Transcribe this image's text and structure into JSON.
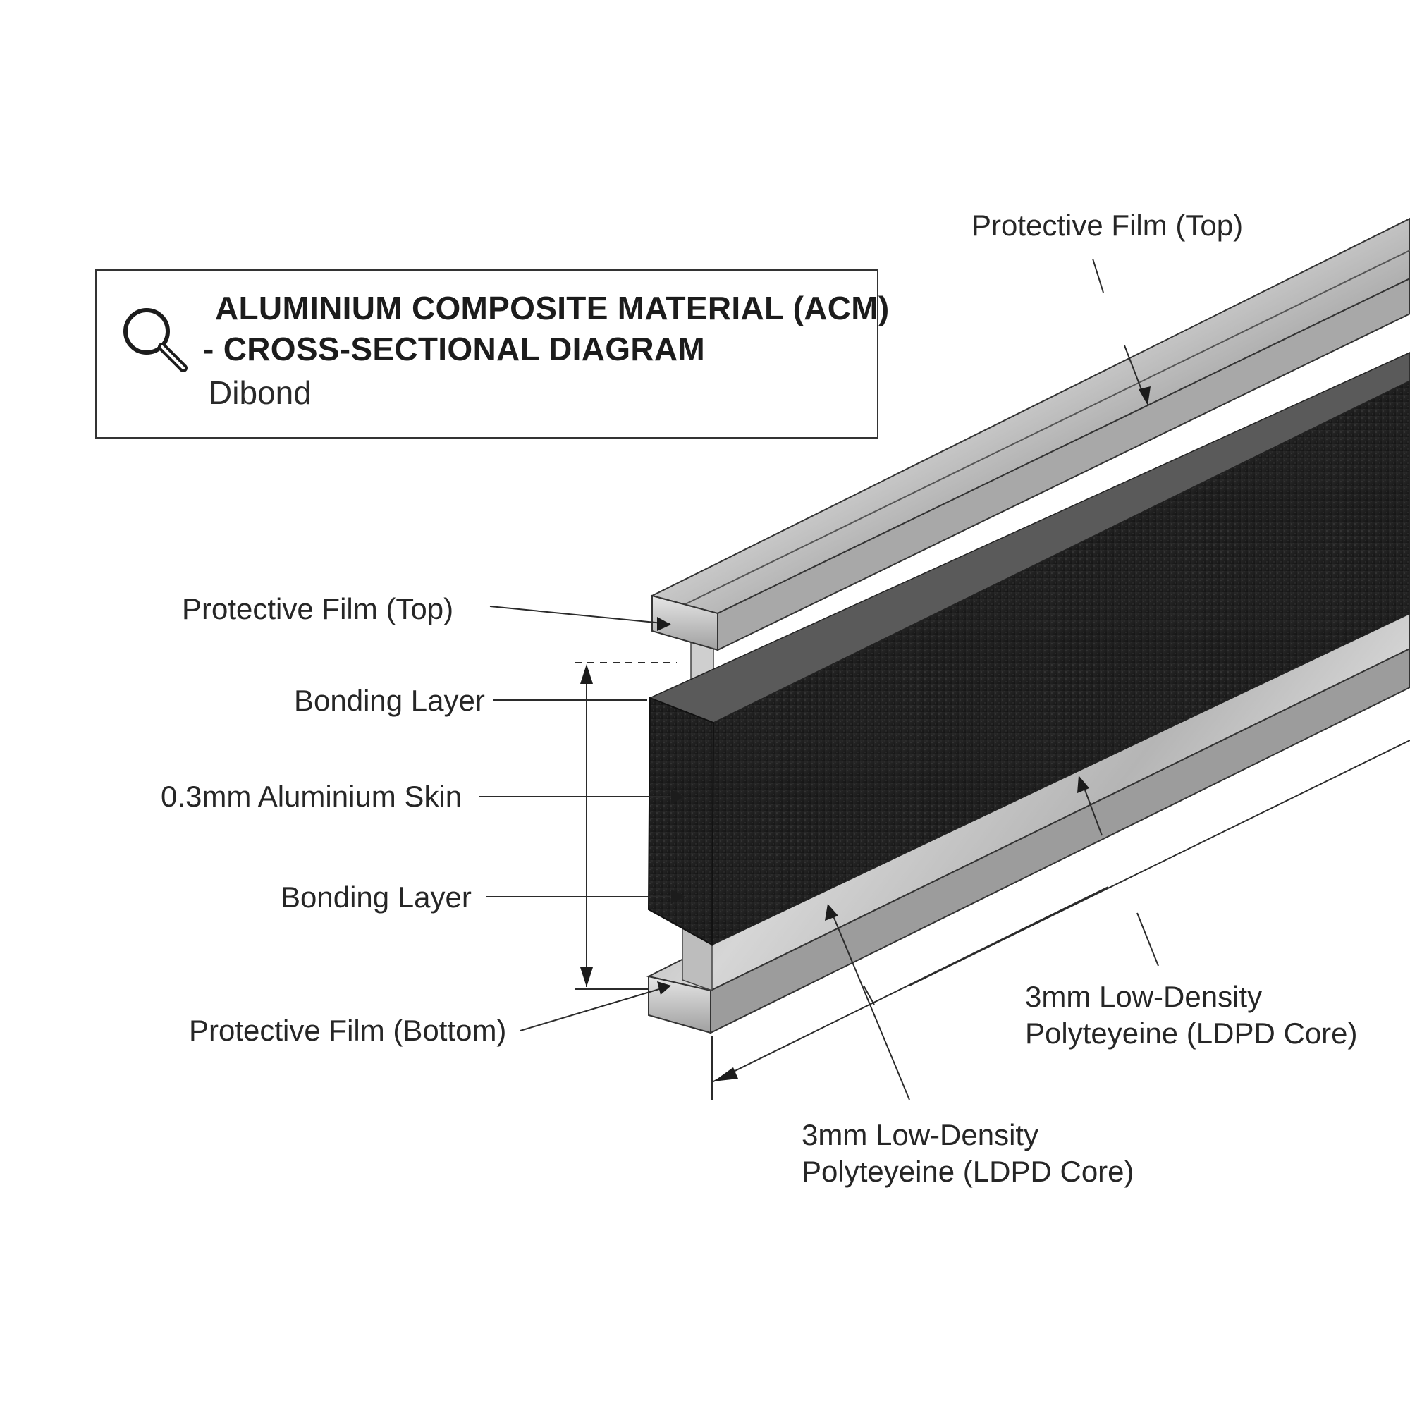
{
  "title": {
    "line1": "ALUMINIUM COMPOSITE MATERIAL (ACM)",
    "line2": "- CROSS-SECTIONAL DIAGRAM",
    "subtitle": "Dibond",
    "icon": "search-icon"
  },
  "labels": {
    "film_top_upper": "Protective Film (Top)",
    "film_top_left": "Protective Film (Top)",
    "bonding_top": "Bonding Layer",
    "skin": "0.3mm Aluminium Skin",
    "bonding_bottom": "Bonding Layer",
    "film_bottom": "Protective Film (Bottom)",
    "core_right_line1": "3mm Low-Density",
    "core_right_line2": "Polyteyeine (LDPD Core)",
    "core_bottom_line1": "3mm Low-Density",
    "core_bottom_line2": "Polyteyeine (LDPD Core)"
  },
  "colors": {
    "core": "#1f1f1f",
    "metal_light": "#d9d9d9",
    "metal_dark": "#8a8a8a",
    "line": "#2b2b2b"
  }
}
